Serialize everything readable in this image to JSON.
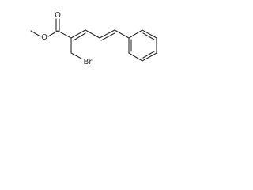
{
  "molecule": {
    "atoms": {
      "o_ether": "O",
      "o_carbonyl": "O",
      "br": "Br"
    },
    "colors": {
      "ink": "#2b2b2b",
      "background": "#ffffff"
    }
  }
}
